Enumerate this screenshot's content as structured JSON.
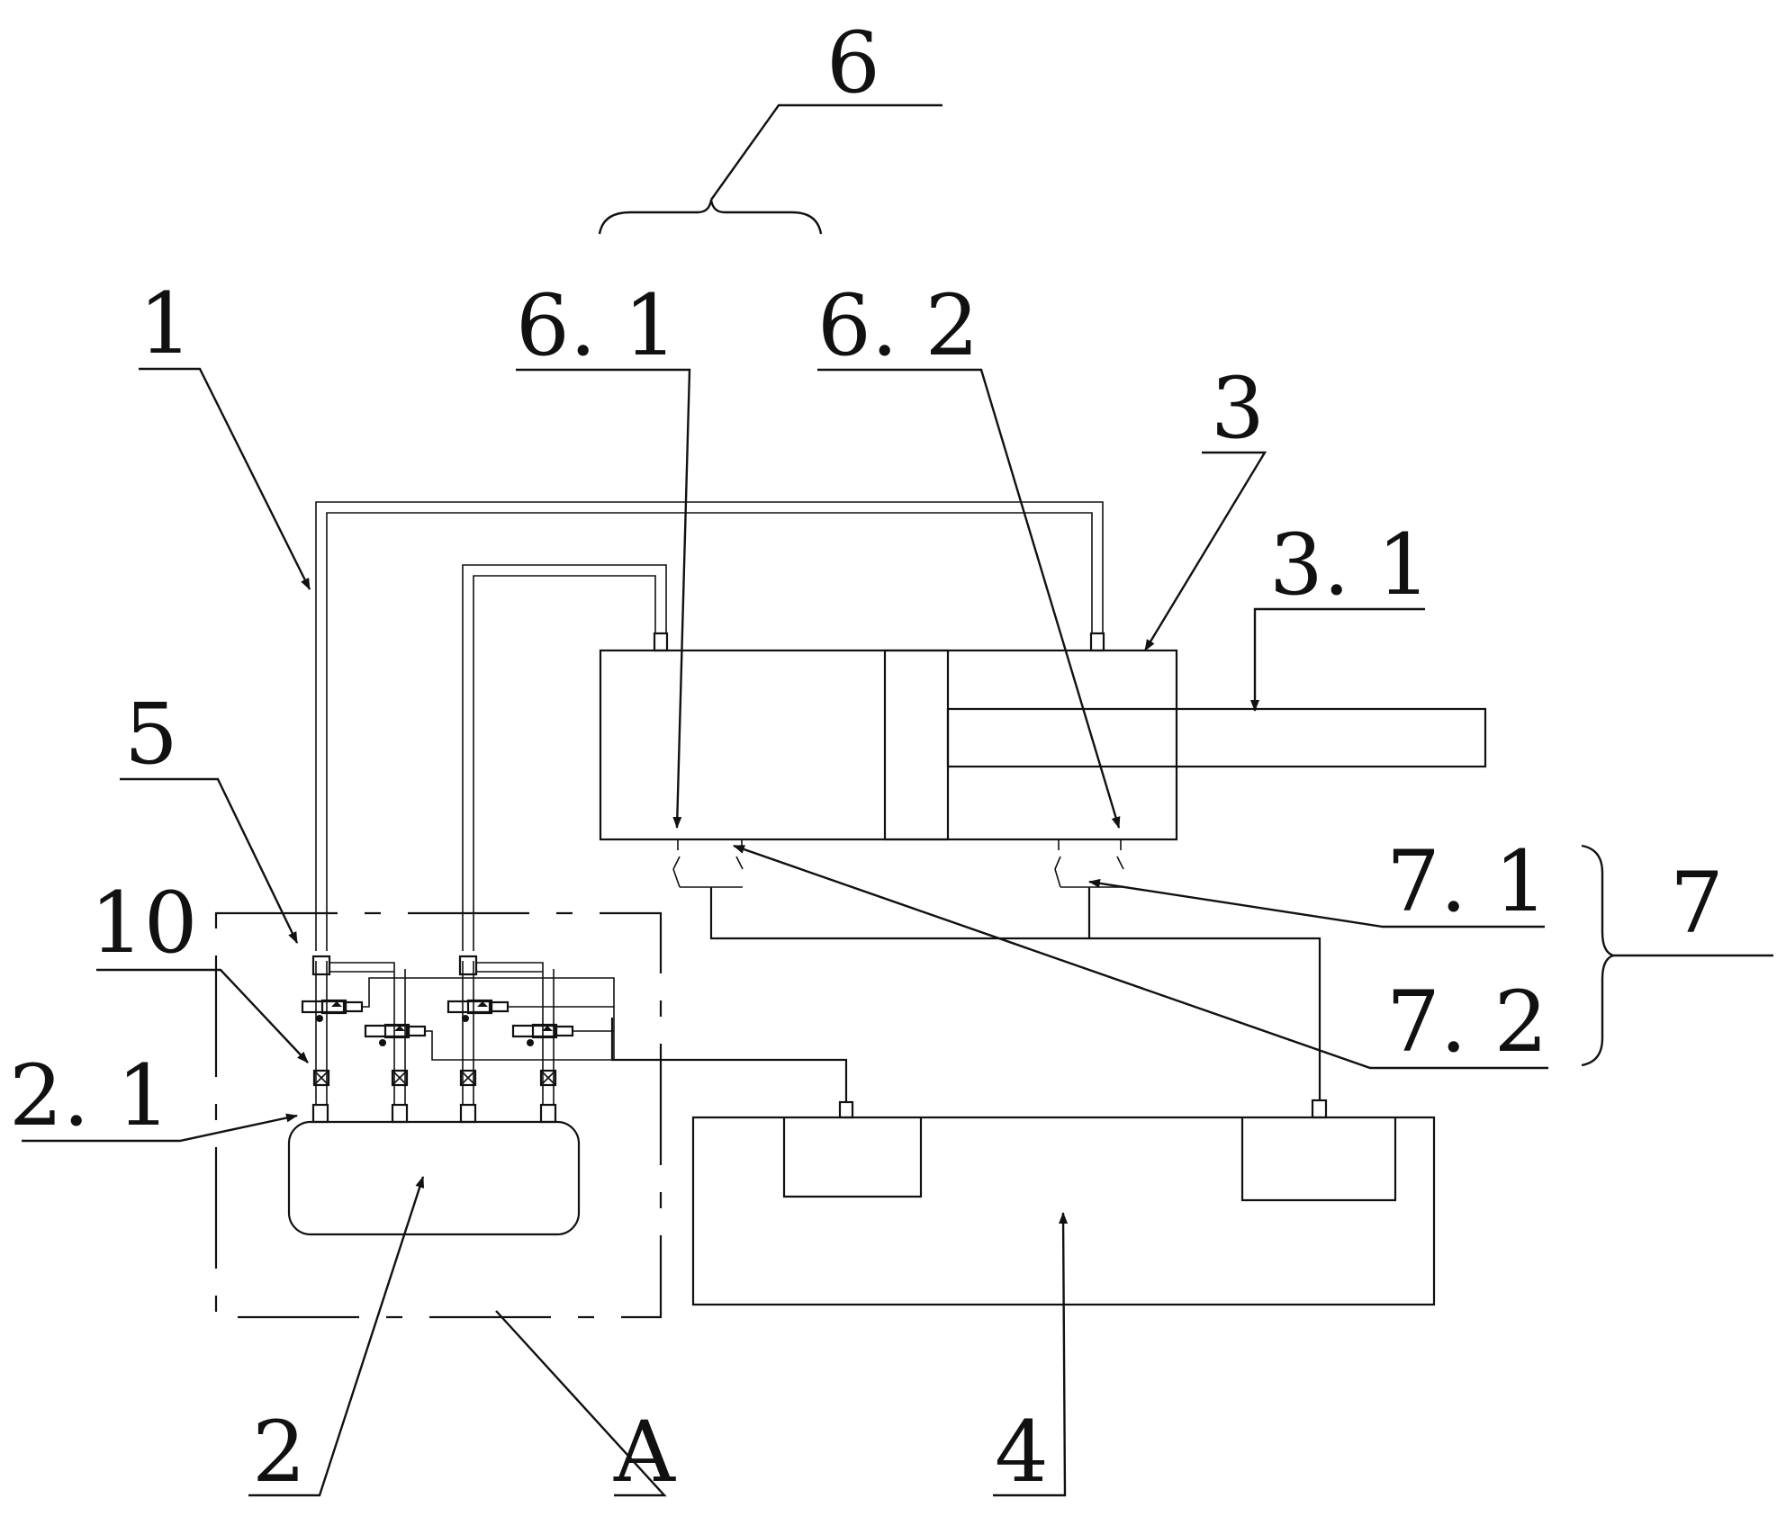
{
  "labels": {
    "l1": "1",
    "l2": "2",
    "l2_1": "2. 1",
    "l3": "3",
    "l3_1": "3. 1",
    "l4": "4",
    "l5": "5",
    "l6": "6",
    "l6_1": "6. 1",
    "l6_2": "6. 2",
    "l7": "7",
    "l7_1": "7. 1",
    "l7_2": "7. 2",
    "l10": "10",
    "lA": "A"
  }
}
